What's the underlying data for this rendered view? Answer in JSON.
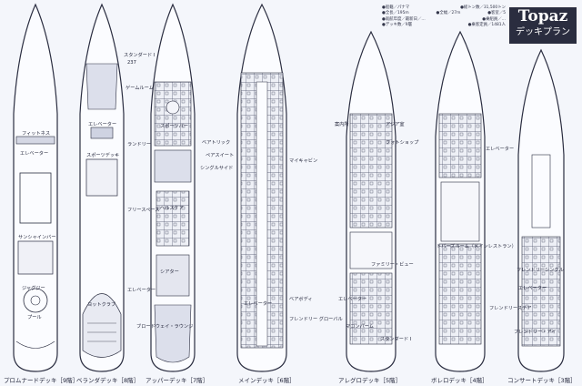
{
  "title": {
    "main": "Topaz",
    "sub": "デッキプラン"
  },
  "specs": [
    [
      "●船籍／パナマ",
      "●総トン数／31,500トン"
    ],
    [
      "●全長／195m",
      "●全幅／27m",
      "●客室／5"
    ],
    [
      "●就航年度／最新日／…",
      "●乗組員／…"
    ],
    [
      "●デッキ数／9層",
      "●乗客定員／1481人"
    ]
  ],
  "decks": [
    {
      "id": "promenade",
      "label": "プロムナードデッキ［9階］",
      "tags": [
        "フィットネス",
        "エレベーター",
        "サンシャインバー",
        "ジャグジー",
        "プール"
      ]
    },
    {
      "id": "veranda",
      "label": "ベランダデッキ［8階］",
      "tags": [
        "エレベーター",
        "スポーツデッキ",
        "ヨットクラブ"
      ]
    },
    {
      "id": "upper",
      "label": "アッパーデッキ［7階］",
      "tags": [
        "スタンダード I",
        "237",
        "ゲームルーム",
        "スポーツバー",
        "ランドリー",
        "フリースペース",
        "ヘルスケア",
        "シアター",
        "エレベーター",
        "ブロードウェイ・ラウンジ"
      ]
    },
    {
      "id": "main",
      "label": "メインデッキ［6階］",
      "tags": [
        "ベアトリック",
        "ペアスイート",
        "シングルサイド",
        "マイキャビン",
        "ベアボディ",
        "エレベーター",
        "フレンドリー グローバル"
      ]
    },
    {
      "id": "allegro",
      "label": "アレグロデッキ［5階］",
      "tags": [
        "案内所",
        "アジア室",
        "フォトショップ",
        "エレベーター",
        "ファミリー・ビュー",
        "トパーズルーム（メインレストラン）",
        "マコンパーム",
        "スタンダード I"
      ]
    },
    {
      "id": "bolero",
      "label": "ボレロデッキ［4階］",
      "tags": [
        "エレベーター",
        "フレンドリーステア"
      ]
    },
    {
      "id": "concert",
      "label": "コンサートデッキ［3階］",
      "tags": [
        "フレンドリーシングル",
        "エレベーター",
        "フレンドリー・アイ"
      ]
    }
  ]
}
